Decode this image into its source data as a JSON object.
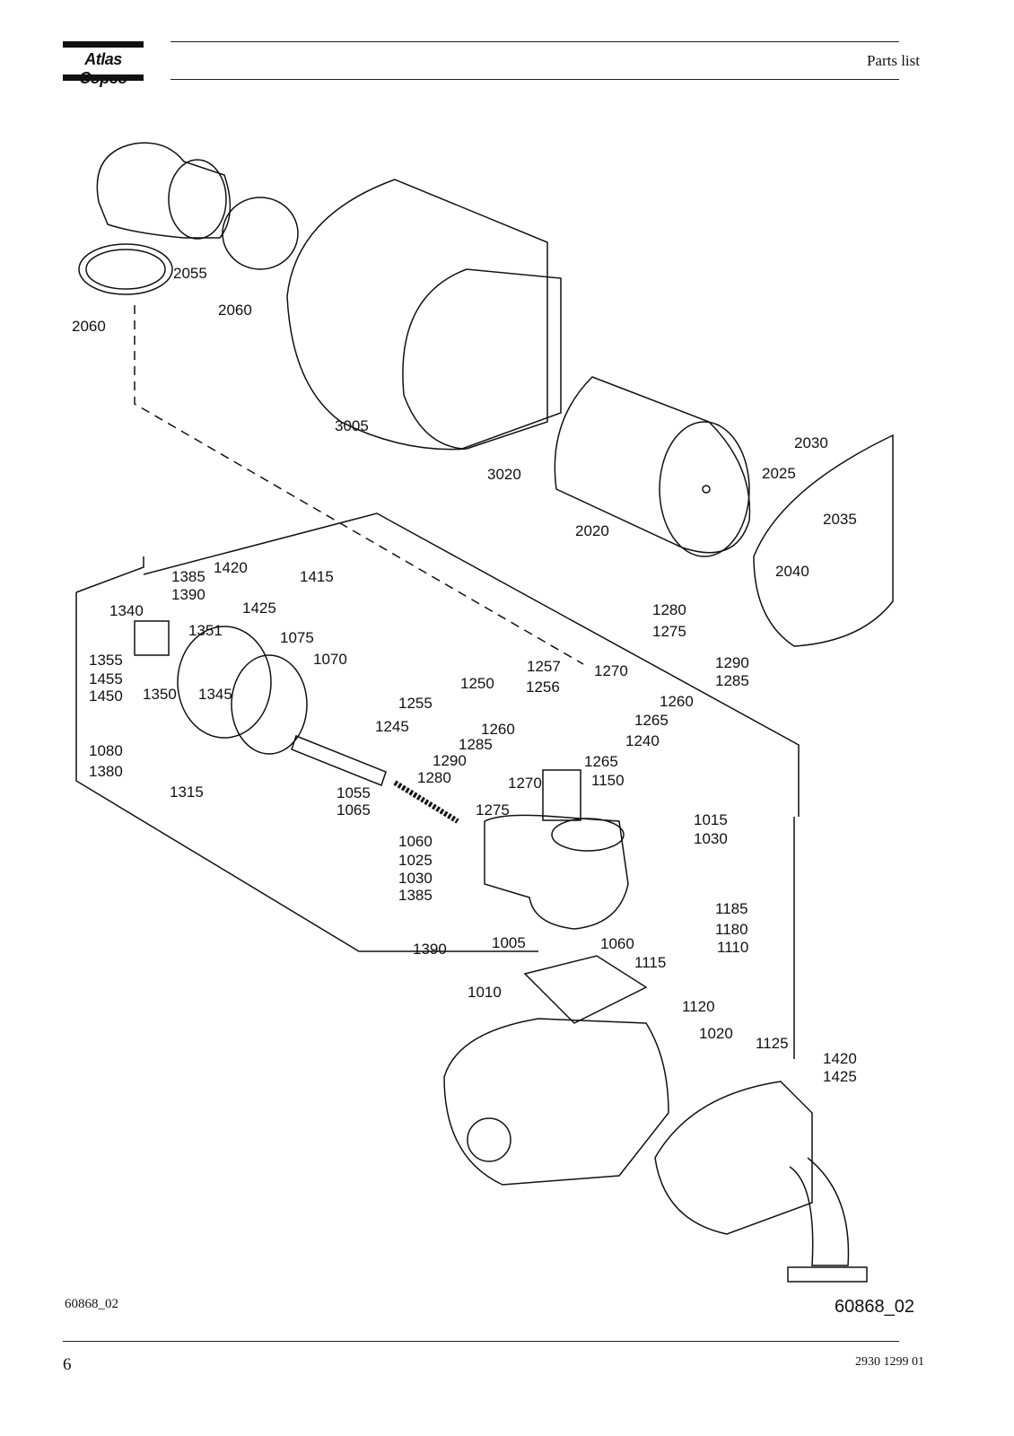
{
  "header": {
    "brand": "Atlas Copco",
    "title": "Parts list"
  },
  "figure": {
    "ref_bottom_left": "60868_02",
    "ref_in_drawing": "60868_02",
    "parts": {
      "p2055": "2055",
      "p2060a": "2060",
      "p2060b": "2060",
      "p3005": "3005",
      "p3020": "3020",
      "p2020": "2020",
      "p2030": "2030",
      "p2025": "2025",
      "p2035": "2035",
      "p2040": "2040",
      "p1385a": "1385",
      "p1420a": "1420",
      "p1415": "1415",
      "p1390a": "1390",
      "p1425a": "1425",
      "p1340": "1340",
      "p1351": "1351",
      "p1075": "1075",
      "p1070": "1070",
      "p1355": "1355",
      "p1455": "1455",
      "p1450": "1450",
      "p1350": "1350",
      "p1345": "1345",
      "p1080": "1080",
      "p1380": "1380",
      "p1315": "1315",
      "p1055": "1055",
      "p1065": "1065",
      "p1280a": "1280",
      "p1275a": "1275",
      "p1290a": "1290",
      "p1285a": "1285",
      "p1257": "1257",
      "p1270a": "1270",
      "p1250": "1250",
      "p1256": "1256",
      "p1260a": "1260",
      "p1255": "1255",
      "p1265a": "1265",
      "p1245": "1245",
      "p1260b": "1260",
      "p1240": "1240",
      "p1285b": "1285",
      "p1265b": "1265",
      "p1290b": "1290",
      "p1150": "1150",
      "p1280b": "1280",
      "p1270b": "1270",
      "p1275b": "1275",
      "p1015": "1015",
      "p1030a": "1030",
      "p1060a": "1060",
      "p1025": "1025",
      "p1030b": "1030",
      "p1385b": "1385",
      "p1185": "1185",
      "p1180": "1180",
      "p1005": "1005",
      "p1060b": "1060",
      "p1110": "1110",
      "p1390b": "1390",
      "p1115": "1115",
      "p1010": "1010",
      "p1120": "1120",
      "p1020": "1020",
      "p1125": "1125",
      "p1420b": "1420",
      "p1425b": "1425"
    }
  },
  "footer": {
    "page_number": "6",
    "document_number": "2930 1299 01"
  }
}
